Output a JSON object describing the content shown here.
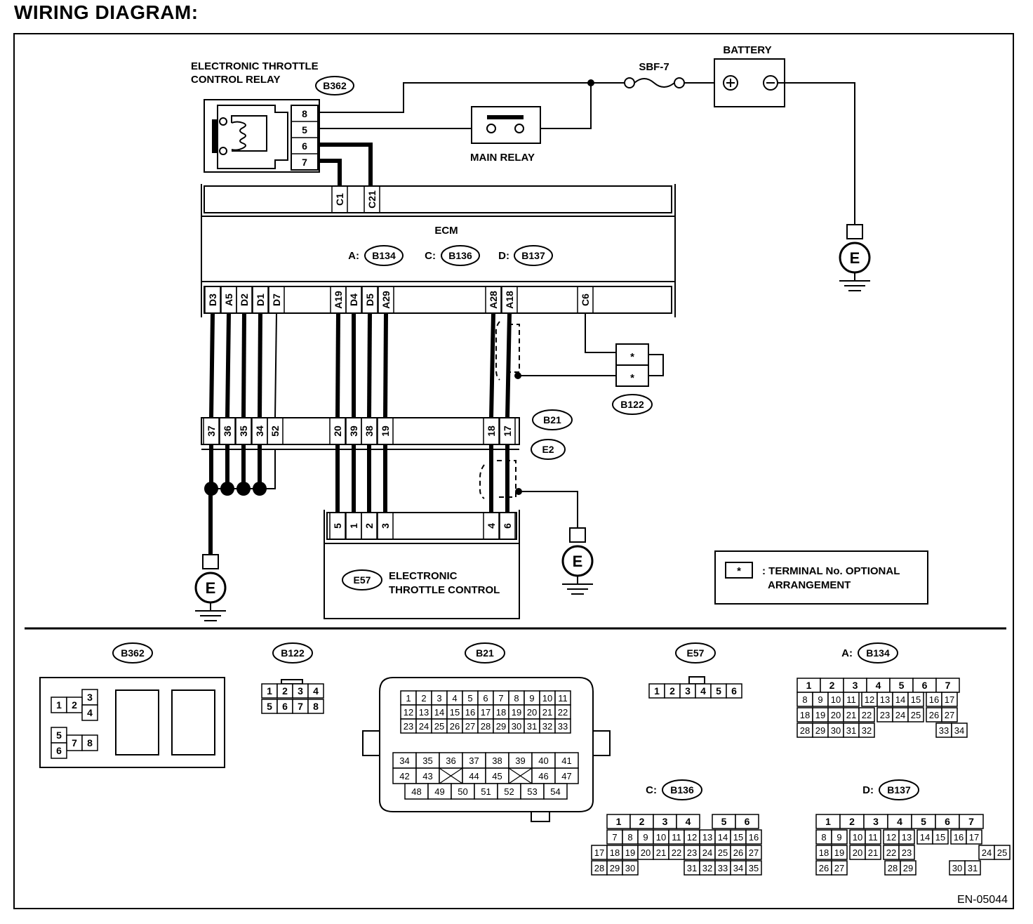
{
  "heading": "WIRING DIAGRAM:",
  "doc_id": "EN-05044",
  "components": {
    "et_relay": {
      "line1": "ELECTRONIC THROTTLE",
      "line2": "CONTROL RELAY",
      "connector": "B362",
      "pins": [
        "8",
        "5",
        "6",
        "7"
      ]
    },
    "fuse": "SBF-7",
    "battery": {
      "label": "BATTERY",
      "plus": "+",
      "minus": "−"
    },
    "main_relay": "MAIN RELAY",
    "ecm": {
      "label": "ECM",
      "connectors": [
        {
          "prefix": "A:",
          "id": "B134"
        },
        {
          "prefix": "C:",
          "id": "B136"
        },
        {
          "prefix": "D:",
          "id": "B137"
        }
      ],
      "top_pins": [
        "C1",
        "C21"
      ],
      "bottom_pins": [
        "D3",
        "A5",
        "D2",
        "D1",
        "D7",
        "A19",
        "D4",
        "D5",
        "A29",
        "A28",
        "A18",
        "C6"
      ]
    },
    "b122": {
      "connector": "B122",
      "pins": [
        "*",
        "*"
      ]
    },
    "joint": {
      "connectors": [
        "B21",
        "E2"
      ],
      "pins": [
        "37",
        "36",
        "35",
        "34",
        "52",
        "20",
        "39",
        "38",
        "19",
        "18",
        "17"
      ]
    },
    "etc": {
      "connector": "E57",
      "line1": "ELECTRONIC",
      "line2": "THROTTLE CONTROL",
      "pins": [
        "5",
        "1",
        "2",
        "3",
        "4",
        "6"
      ]
    },
    "ground": "E",
    "legend": {
      "symbol": "*",
      "line1": ": TERMINAL No. OPTIONAL",
      "line2": "ARRANGEMENT"
    }
  },
  "connector_views": {
    "b362": {
      "id": "B362",
      "rows": [
        [
          "3"
        ],
        [
          "1",
          "2"
        ],
        [
          "4"
        ],
        [
          "5"
        ],
        [
          "7",
          "8"
        ],
        [
          "6"
        ]
      ]
    },
    "b122": {
      "id": "B122",
      "rows": [
        [
          "1",
          "2",
          "3",
          "4"
        ],
        [
          "5",
          "6",
          "7",
          "8"
        ]
      ]
    },
    "b21": {
      "id": "B21",
      "rows": [
        [
          "1",
          "2",
          "3",
          "4",
          "5",
          "6",
          "7",
          "8",
          "9",
          "10",
          "11"
        ],
        [
          "12",
          "13",
          "14",
          "15",
          "16",
          "17",
          "18",
          "19",
          "20",
          "21",
          "22"
        ],
        [
          "23",
          "24",
          "25",
          "26",
          "27",
          "28",
          "29",
          "30",
          "31",
          "32",
          "33"
        ],
        [
          "34",
          "35",
          "36",
          "37",
          "38",
          "39",
          "40",
          "41"
        ],
        [
          "42",
          "43",
          "",
          "44",
          "45",
          "",
          "46",
          "47"
        ],
        [
          "48",
          "49",
          "50",
          "51",
          "52",
          "53",
          "54"
        ]
      ]
    },
    "e57": {
      "id": "E57",
      "rows": [
        [
          "1",
          "2",
          "3",
          "4",
          "5",
          "6"
        ]
      ]
    },
    "b134": {
      "id": "B134",
      "prefix": "A:",
      "rows": [
        [
          "1",
          "2",
          "3",
          "4",
          "5",
          "6",
          "7"
        ],
        [
          "8",
          "9",
          "10",
          "11",
          "12",
          "13",
          "14",
          "15",
          "16",
          "17"
        ],
        [
          "18",
          "19",
          "20",
          "21",
          "22",
          "23",
          "24",
          "25",
          "26",
          "27"
        ],
        [
          "28",
          "29",
          "30",
          "31",
          "32",
          "33",
          "34"
        ]
      ]
    },
    "b136": {
      "id": "B136",
      "prefix": "C:",
      "rows": [
        [
          "1",
          "2",
          "3",
          "4",
          "5",
          "6"
        ],
        [
          "7",
          "8",
          "9",
          "10",
          "11",
          "12",
          "13",
          "14",
          "15",
          "16"
        ],
        [
          "17",
          "18",
          "19",
          "20",
          "21",
          "22",
          "23",
          "24",
          "25",
          "26",
          "27"
        ],
        [
          "28",
          "29",
          "30",
          "31",
          "32",
          "33",
          "34",
          "35"
        ]
      ]
    },
    "b137": {
      "id": "B137",
      "prefix": "D:",
      "rows": [
        [
          "1",
          "2",
          "3",
          "4",
          "5",
          "6",
          "7"
        ],
        [
          "8",
          "9",
          "10",
          "11",
          "12",
          "13",
          "14",
          "15",
          "16",
          "17"
        ],
        [
          "18",
          "19",
          "20",
          "21",
          "22",
          "23",
          "24",
          "25"
        ],
        [
          "26",
          "27",
          "28",
          "29",
          "30",
          "31"
        ]
      ]
    }
  }
}
